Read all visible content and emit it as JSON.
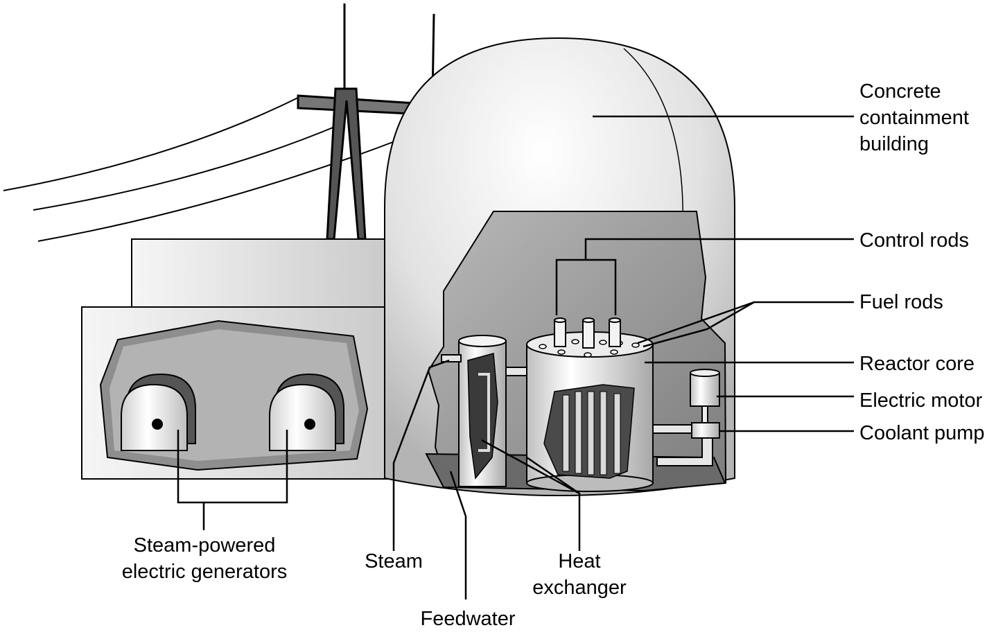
{
  "labels": {
    "containment": [
      "Concrete",
      "containment",
      "building"
    ],
    "control_rods": "Control rods",
    "fuel_rods": "Fuel rods",
    "reactor_core": "Reactor core",
    "electric_motor": "Electric motor",
    "coolant_pump": "Coolant pump",
    "generators": [
      "Steam-powered",
      "electric generators"
    ],
    "steam": "Steam",
    "heat_exchanger": [
      "Heat",
      "exchanger"
    ],
    "feedwater": "Feedwater"
  },
  "colors": {
    "ink": "#000000",
    "dome_light": "#f4f4f4",
    "dome_dark": "#bdbdbd",
    "interior_dark": "#8c8c8c",
    "floor": "#6e6e6e"
  }
}
